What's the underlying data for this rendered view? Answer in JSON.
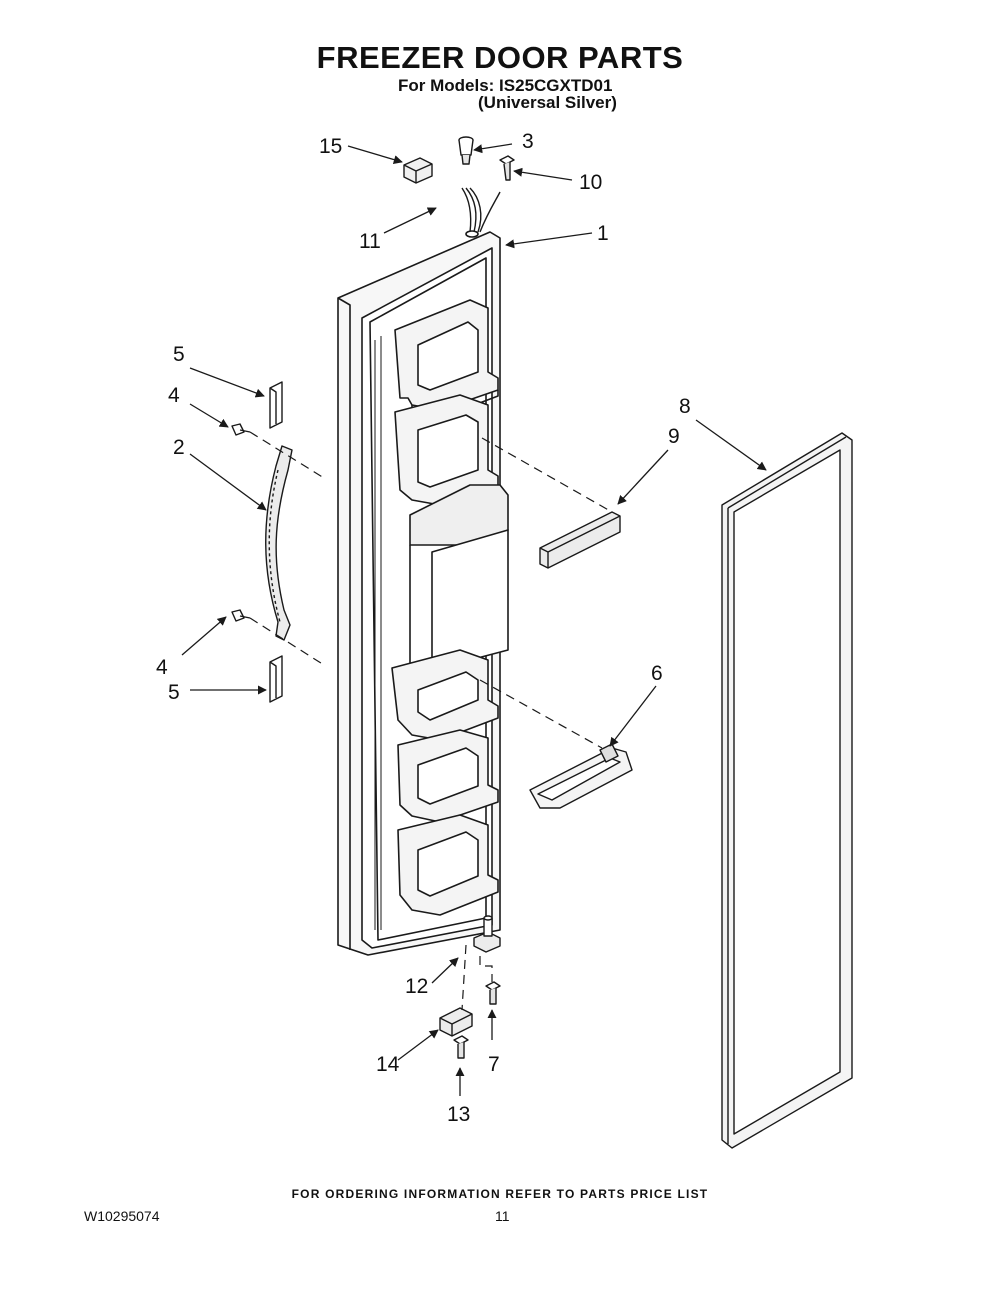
{
  "header": {
    "title": "FREEZER DOOR PARTS",
    "models_line": "For Models: IS25CGXTD01",
    "finish_line": "(Universal Silver)"
  },
  "callouts": {
    "c1": "1",
    "c2": "2",
    "c3": "3",
    "c4a": "4",
    "c4b": "4",
    "c5a": "5",
    "c5b": "5",
    "c6": "6",
    "c7": "7",
    "c8": "8",
    "c9": "9",
    "c10": "10",
    "c11": "11",
    "c12": "12",
    "c13": "13",
    "c14": "14",
    "c15": "15"
  },
  "footer": {
    "note": "FOR ORDERING INFORMATION REFER TO PARTS PRICE LIST",
    "doc_number": "W10295074",
    "page_number": "11"
  },
  "colors": {
    "line": "#1a1a1a",
    "fill": "#f2f2f2",
    "shade": "#d6d6d6"
  }
}
